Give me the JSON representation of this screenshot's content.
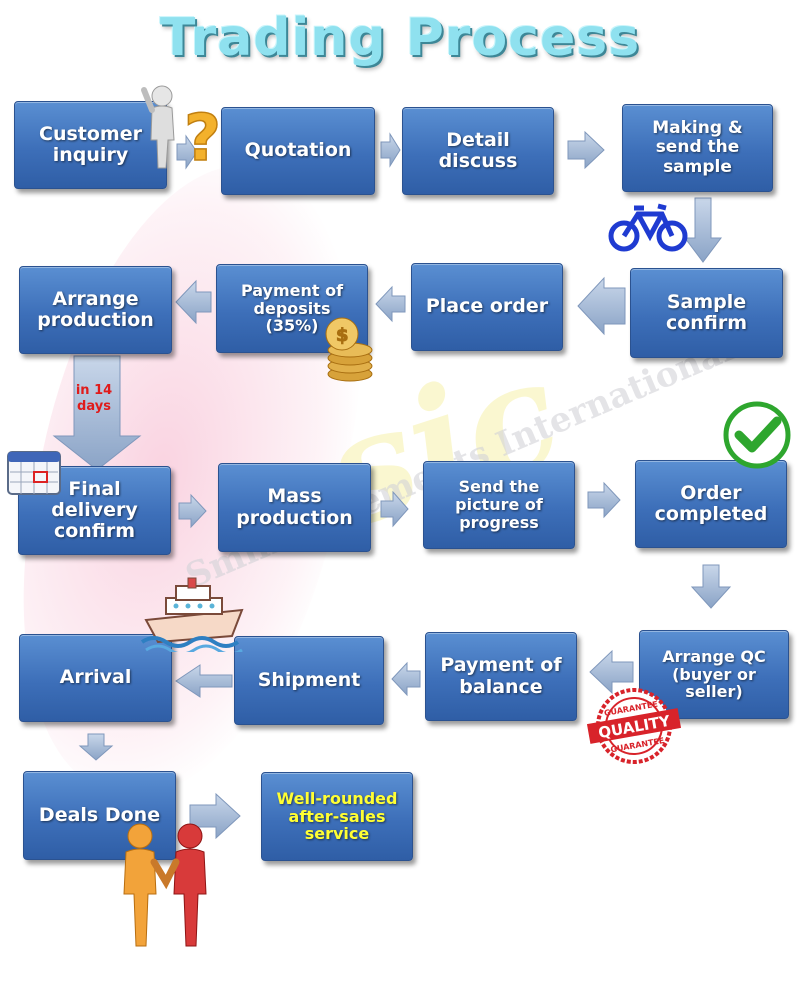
{
  "title": "Trading Process",
  "watermark": {
    "letters": "sic",
    "text": "SmilingElements International"
  },
  "steps": [
    {
      "id": "customer-inquiry",
      "label": "Customer\ninquiry"
    },
    {
      "id": "quotation",
      "label": "Quotation"
    },
    {
      "id": "detail-discuss",
      "label": "Detail\ndiscuss"
    },
    {
      "id": "making-send-sample",
      "label": "Making &\nsend the\nsample"
    },
    {
      "id": "sample-confirm",
      "label": "Sample\nconfirm"
    },
    {
      "id": "place-order",
      "label": "Place order"
    },
    {
      "id": "payment-deposits",
      "label": "Payment of\ndeposits\n(35%)"
    },
    {
      "id": "arrange-production",
      "label": "Arrange\nproduction"
    },
    {
      "id": "final-delivery-confirm",
      "label": "Final\ndelivery\nconfirm"
    },
    {
      "id": "mass-production",
      "label": "Mass\nproduction"
    },
    {
      "id": "send-picture-progress",
      "label": "Send the\npicture of\nprogress"
    },
    {
      "id": "order-completed",
      "label": "Order\ncompleted"
    },
    {
      "id": "arrange-qc",
      "label": "Arrange QC\n(buyer or\nseller)"
    },
    {
      "id": "payment-balance",
      "label": "Payment of\nbalance"
    },
    {
      "id": "shipment",
      "label": "Shipment"
    },
    {
      "id": "arrival",
      "label": "Arrival"
    },
    {
      "id": "deals-done",
      "label": "Deals Done"
    },
    {
      "id": "after-sales",
      "label": "Well-rounded\nafter-sales\nservice"
    }
  ],
  "note": "in 14\ndays",
  "quality_badge": {
    "top": "GUARANTEE",
    "middle": "QUALITY",
    "bottom": "GUARANTEE"
  },
  "icons": [
    "question-person-icon",
    "bicycle-icon",
    "coins-icon",
    "calendar-icon",
    "checkmark-icon",
    "ship-icon",
    "quality-badge-icon",
    "handshake-icon"
  ],
  "colors": {
    "box": "#3d6fb9",
    "arrow": "#9fb6d6",
    "note": "#e01b1b",
    "accent": "#ffff33",
    "check": "#2ea62e",
    "badge": "#d8232a"
  }
}
